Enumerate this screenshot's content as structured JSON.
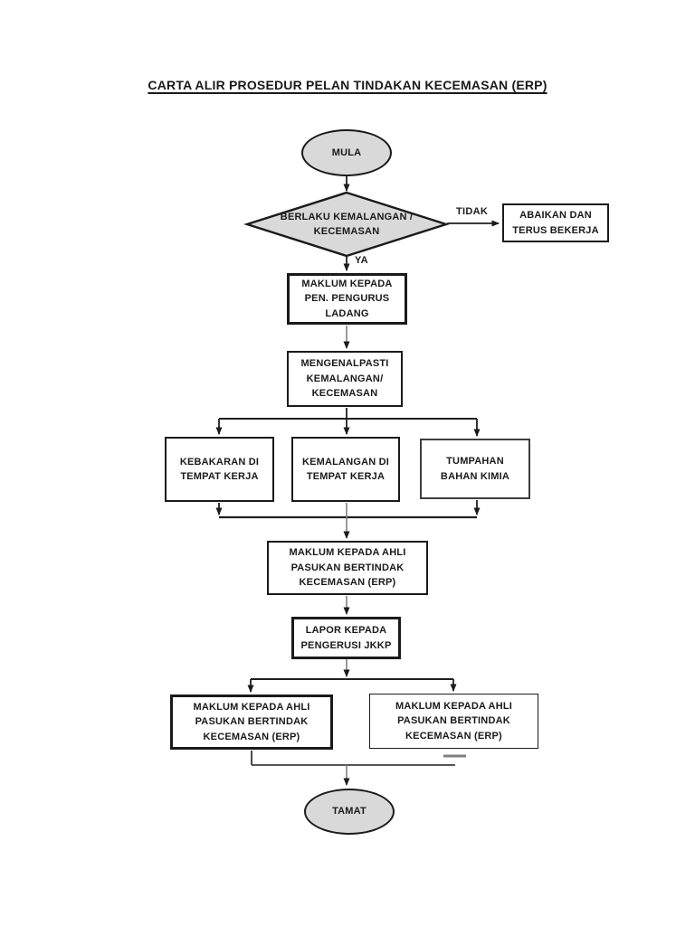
{
  "page": {
    "title": "CARTA ALIR PROSEDUR PELAN TINDAKAN KECEMASAN (ERP)"
  },
  "flowchart": {
    "start": {
      "label": "MULA"
    },
    "decision": {
      "lines": [
        "BERLAKU KEMALANGAN /",
        "KECEMASAN"
      ]
    },
    "edge_labels": {
      "no": "TIDAK",
      "yes": "YA"
    },
    "nodes": {
      "ignore": {
        "lines": [
          "ABAIKAN DAN",
          "TERUS BEKERJA"
        ]
      },
      "inform_manager": {
        "lines": [
          "MAKLUM KEPADA",
          "PEN. PENGURUS",
          "LADANG"
        ]
      },
      "identify": {
        "lines": [
          "MENGENALPASTI",
          "KEMALANGAN/",
          "KECEMASAN"
        ]
      },
      "fire": {
        "lines": [
          "KEBAKARAN DI",
          "TEMPAT KERJA"
        ]
      },
      "accident": {
        "lines": [
          "KEMALANGAN DI",
          "TEMPAT KERJA"
        ]
      },
      "spill": {
        "lines": [
          "TUMPAHAN",
          "BAHAN KIMIA"
        ]
      },
      "inform_erp": {
        "lines": [
          "MAKLUM KEPADA AHLI",
          "PASUKAN BERTINDAK",
          "KECEMASAN (ERP)"
        ]
      },
      "report_jkkp": {
        "lines": [
          "LAPOR KEPADA",
          "PENGERUSI JKKP"
        ]
      },
      "erp_left": {
        "lines": [
          "MAKLUM KEPADA AHLI",
          "PASUKAN BERTINDAK",
          "KECEMASAN (ERP)"
        ]
      },
      "erp_right": {
        "lines": [
          "MAKLUM KEPADA AHLI",
          "PASUKAN BERTINDAK",
          "KECEMASAN (ERP)"
        ]
      }
    },
    "end": {
      "label": "TAMAT"
    },
    "colors": {
      "shape_fill": "#d9d9d9",
      "shape_border": "#1a1a1a",
      "line_black": "#1f1f1f",
      "line_gray": "#808080"
    }
  }
}
